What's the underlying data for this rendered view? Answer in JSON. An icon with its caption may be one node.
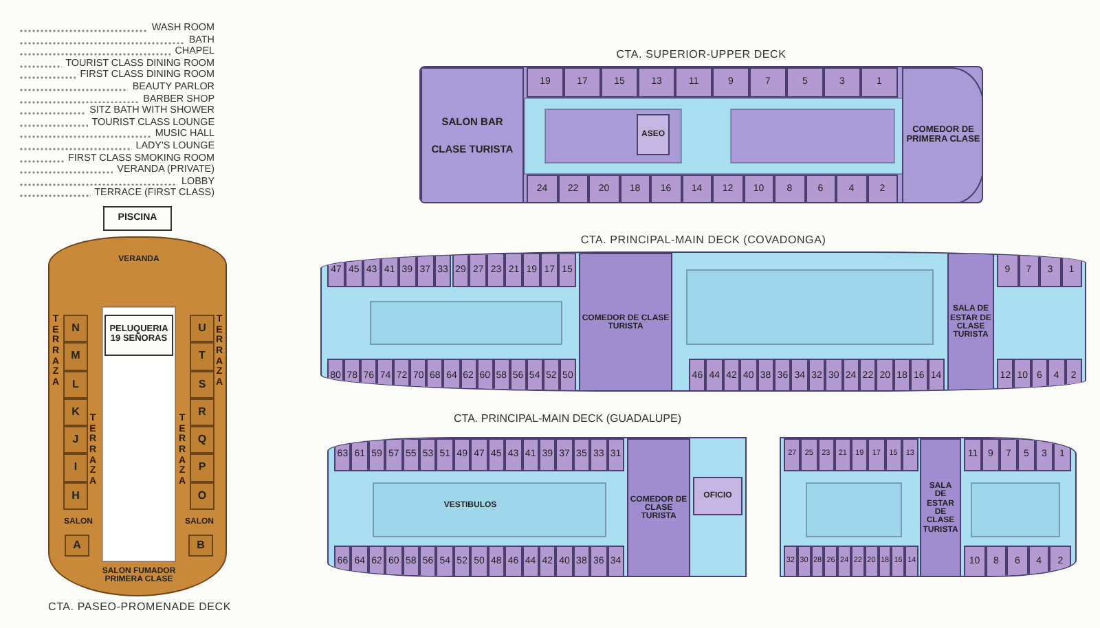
{
  "diagram": {
    "nodes": [
      {
        "text": [
          "CTA. SUPERIOR-UPPER DECK"
        ]
      },
      {
        "text": [
          "SALON BAR",
          "CLASE TURISTA"
        ],
        "in": 0
      },
      {
        "text": [
          "ASEO"
        ],
        "in": 0
      },
      {
        "text": [
          "COMEDOR DE PRIMERA CLASE"
        ],
        "in": 0
      },
      {
        "text": [
          "19"
        ],
        "in": 0
      },
      {
        "text": [
          "17"
        ],
        "in": 0
      },
      {
        "text": [
          "15"
        ],
        "in": 0
      },
      {
        "text": [
          "13"
        ],
        "in": 0
      },
      {
        "text": [
          "11"
        ],
        "in": 0
      },
      {
        "text": [
          "9"
        ],
        "in": 0
      },
      {
        "text": [
          "7"
        ],
        "in": 0
      },
      {
        "text": [
          "5"
        ],
        "in": 0
      },
      {
        "text": [
          "3"
        ],
        "in": 0
      },
      {
        "text": [
          "1"
        ],
        "in": 0
      },
      {
        "text": [
          "24"
        ],
        "in": 0
      },
      {
        "text": [
          "22"
        ],
        "in": 0
      },
      {
        "text": [
          "20"
        ],
        "in": 0
      },
      {
        "text": [
          "18"
        ],
        "in": 0
      },
      {
        "text": [
          "16"
        ],
        "in": 0
      },
      {
        "text": [
          "14"
        ],
        "in": 0
      },
      {
        "text": [
          "12"
        ],
        "in": 0
      },
      {
        "text": [
          "10"
        ],
        "in": 0
      },
      {
        "text": [
          "8"
        ],
        "in": 0
      },
      {
        "text": [
          "6"
        ],
        "in": 0
      },
      {
        "text": [
          "4"
        ],
        "in": 0
      },
      {
        "text": [
          "2"
        ],
        "in": 0
      },
      {
        "text": [
          "CTA. PRINCIPAL-MAIN DECK (COVADONGA)"
        ]
      },
      {
        "text": [
          "COMEDOR DE CLASE TURISTA"
        ],
        "in": 26
      },
      {
        "text": [
          "SALA DE ESTAR DE CLASE TURISTA"
        ],
        "in": 26
      },
      {
        "text": [
          "47"
        ],
        "in": 26
      },
      {
        "text": [
          "45"
        ],
        "in": 26
      },
      {
        "text": [
          "43"
        ],
        "in": 26
      },
      {
        "text": [
          "41"
        ],
        "in": 26
      },
      {
        "text": [
          "39"
        ],
        "in": 26
      },
      {
        "text": [
          "37"
        ],
        "in": 26
      },
      {
        "text": [
          "33"
        ],
        "in": 26
      },
      {
        "text": [
          "29"
        ],
        "in": 26
      },
      {
        "text": [
          "27"
        ],
        "in": 26
      },
      {
        "text": [
          "23"
        ],
        "in": 26
      },
      {
        "text": [
          "21"
        ],
        "in": 26
      },
      {
        "text": [
          "19"
        ],
        "in": 26
      },
      {
        "text": [
          "17"
        ],
        "in": 26
      },
      {
        "text": [
          "15"
        ],
        "in": 26
      },
      {
        "text": [
          "9"
        ],
        "in": 26
      },
      {
        "text": [
          "7"
        ],
        "in": 26
      },
      {
        "text": [
          "3"
        ],
        "in": 26
      },
      {
        "text": [
          "1"
        ],
        "in": 26
      },
      {
        "text": [
          "80"
        ],
        "in": 26
      },
      {
        "text": [
          "78"
        ],
        "in": 26
      },
      {
        "text": [
          "76"
        ],
        "in": 26
      },
      {
        "text": [
          "74"
        ],
        "in": 26
      },
      {
        "text": [
          "72"
        ],
        "in": 26
      },
      {
        "text": [
          "70"
        ],
        "in": 26
      },
      {
        "text": [
          "68"
        ],
        "in": 26
      },
      {
        "text": [
          "64"
        ],
        "in": 26
      },
      {
        "text": [
          "62"
        ],
        "in": 26
      },
      {
        "text": [
          "60"
        ],
        "in": 26
      },
      {
        "text": [
          "58"
        ],
        "in": 26
      },
      {
        "text": [
          "56"
        ],
        "in": 26
      },
      {
        "text": [
          "54"
        ],
        "in": 26
      },
      {
        "text": [
          "52"
        ],
        "in": 26
      },
      {
        "text": [
          "50"
        ],
        "in": 26
      },
      {
        "text": [
          "46"
        ],
        "in": 26
      },
      {
        "text": [
          "44"
        ],
        "in": 26
      },
      {
        "text": [
          "42"
        ],
        "in": 26
      },
      {
        "text": [
          "40"
        ],
        "in": 26
      },
      {
        "text": [
          "38"
        ],
        "in": 26
      },
      {
        "text": [
          "36"
        ],
        "in": 26
      },
      {
        "text": [
          "34"
        ],
        "in": 26
      },
      {
        "text": [
          "32"
        ],
        "in": 26
      },
      {
        "text": [
          "30"
        ],
        "in": 26
      },
      {
        "text": [
          "24"
        ],
        "in": 26
      },
      {
        "text": [
          "22"
        ],
        "in": 26
      },
      {
        "text": [
          "20"
        ],
        "in": 26
      },
      {
        "text": [
          "18"
        ],
        "in": 26
      },
      {
        "text": [
          "16"
        ],
        "in": 26
      },
      {
        "text": [
          "14"
        ],
        "in": 26
      },
      {
        "text": [
          "12"
        ],
        "in": 26
      },
      {
        "text": [
          "10"
        ],
        "in": 26
      },
      {
        "text": [
          "6"
        ],
        "in": 26
      },
      {
        "text": [
          "4"
        ],
        "in": 26
      },
      {
        "text": [
          "2"
        ],
        "in": 26
      },
      {
        "text": [],
        "shape": "box"
      },
      {
        "text": [
          "VESTIBULOS"
        ],
        "in": 82
      },
      {
        "text": [
          "COMEDOR DE CLASE TURISTA"
        ],
        "in": 82
      },
      {
        "text": [
          "OFICIO"
        ],
        "in": 82
      },
      {
        "text": [
          "63"
        ],
        "in": 82
      },
      {
        "text": [
          "61"
        ],
        "in": 82
      },
      {
        "text": [
          "59"
        ],
        "in": 82
      },
      {
        "text": [
          "57"
        ],
        "in": 82
      },
      {
        "text": [
          "55"
        ],
        "in": 82
      },
      {
        "text": [
          "53"
        ],
        "in": 82
      },
      {
        "text": [
          "51"
        ],
        "in": 82
      },
      {
        "text": [
          "49"
        ],
        "in": 82
      },
      {
        "text": [
          "47"
        ],
        "in": 82
      },
      {
        "text": [
          "45"
        ],
        "in": 82
      },
      {
        "text": [
          "43"
        ],
        "in": 82
      },
      {
        "text": [
          "41"
        ],
        "in": 82
      },
      {
        "text": [
          "39"
        ],
        "in": 82
      },
      {
        "text": [
          "37"
        ],
        "in": 82
      },
      {
        "text": [
          "35"
        ],
        "in": 82
      },
      {
        "text": [
          "33"
        ],
        "in": 82
      },
      {
        "text": [
          "31"
        ],
        "in": 82
      },
      {
        "text": [
          "66"
        ],
        "in": 82
      },
      {
        "text": [
          "64"
        ],
        "in": 82
      },
      {
        "text": [
          "62"
        ],
        "in": 82
      },
      {
        "text": [
          "60"
        ],
        "in": 82
      },
      {
        "text": [
          "58"
        ],
        "in": 82
      },
      {
        "text": [
          "56"
        ],
        "in": 82
      },
      {
        "text": [
          "54"
        ],
        "in": 82
      },
      {
        "text": [
          "52"
        ],
        "in": 82
      },
      {
        "text": [
          "50"
        ],
        "in": 82
      },
      {
        "text": [
          "48"
        ],
        "in": 82
      },
      {
        "text": [
          "46"
        ],
        "in": 82
      },
      {
        "text": [
          "44"
        ],
        "in": 82
      },
      {
        "text": [
          "42"
        ],
        "in": 82
      },
      {
        "text": [
          "40"
        ],
        "in": 82
      },
      {
        "text": [
          "38"
        ],
        "in": 82
      },
      {
        "text": [
          "36"
        ],
        "in": 82
      },
      {
        "text": [
          "34"
        ],
        "in": 82
      },
      {
        "text": [],
        "shape": "box"
      },
      {
        "text": [
          "SALA DE ESTAR DE CLASE TURISTA"
        ],
        "in": 120
      },
      {
        "text": [
          "27"
        ],
        "in": 120
      },
      {
        "text": [
          "25"
        ],
        "in": 120
      },
      {
        "text": [
          "23"
        ],
        "in": 120
      },
      {
        "text": [
          "21"
        ],
        "in": 120
      },
      {
        "text": [
          "19"
        ],
        "in": 120
      },
      {
        "text": [
          "17"
        ],
        "in": 120
      },
      {
        "text": [
          "15"
        ],
        "in": 120
      },
      {
        "text": [
          "13"
        ],
        "in": 120
      },
      {
        "text": [
          "11"
        ],
        "in": 120
      },
      {
        "text": [
          "9"
        ],
        "in": 120
      },
      {
        "text": [
          "7"
        ],
        "in": 120
      },
      {
        "text": [
          "5"
        ],
        "in": 120
      },
      {
        "text": [
          "3"
        ],
        "in": 120
      },
      {
        "text": [
          "1"
        ],
        "in": 120
      },
      {
        "text": [
          "32"
        ],
        "in": 120
      },
      {
        "text": [
          "30"
        ],
        "in": 120
      },
      {
        "text": [
          "28"
        ],
        "in": 120
      },
      {
        "text": [
          "26"
        ],
        "in": 120
      },
      {
        "text": [
          "24"
        ],
        "in": 120
      },
      {
        "text": [
          "22"
        ],
        "in": 120
      },
      {
        "text": [
          "20"
        ],
        "in": 120
      },
      {
        "text": [
          "18"
        ],
        "in": 120
      },
      {
        "text": [
          "16"
        ],
        "in": 120
      },
      {
        "text": [
          "14"
        ],
        "in": 120
      },
      {
        "text": [
          "10"
        ],
        "in": 120
      },
      {
        "text": [
          "8"
        ],
        "in": 120
      },
      {
        "text": [
          "6"
        ],
        "in": 120
      },
      {
        "text": [
          "4"
        ],
        "in": 120
      },
      {
        "text": [
          "2"
        ],
        "in": 120
      },
      {
        "text": [
          "PISCINA"
        ]
      },
      {
        "text": [
          "CTA. PASEO-PROMENADE DECK"
        ]
      },
      {
        "text": [
          "VERANDA"
        ],
        "in": 152
      },
      {
        "text": [
          "PELUQUERIA 19 SEÑORAS"
        ],
        "in": 152
      },
      {
        "text": [
          "TERRAZA"
        ],
        "in": 152
      },
      {
        "text": [
          "TERRAZA"
        ],
        "in": 152
      },
      {
        "text": [
          "TERRAZA"
        ],
        "in": 152
      },
      {
        "text": [
          "TERRAZA"
        ],
        "in": 152
      },
      {
        "text": [
          "SALON"
        ],
        "in": 152
      },
      {
        "text": [
          "SALON"
        ],
        "in": 152
      },
      {
        "text": [
          "SALON FUMADOR PRIMERA CLASE"
        ],
        "in": 152
      },
      {
        "text": [
          "N"
        ],
        "in": 152
      },
      {
        "text": [
          "M"
        ],
        "in": 152
      },
      {
        "text": [
          "L"
        ],
        "in": 152
      },
      {
        "text": [
          "K"
        ],
        "in": 152
      },
      {
        "text": [
          "J"
        ],
        "in": 152
      },
      {
        "text": [
          "I"
        ],
        "in": 152
      },
      {
        "text": [
          "H"
        ],
        "in": 152
      },
      {
        "text": [
          "A"
        ],
        "in": 152
      },
      {
        "text": [
          "U"
        ],
        "in": 152
      },
      {
        "text": [
          "T"
        ],
        "in": 152
      },
      {
        "text": [
          "S"
        ],
        "in": 152
      },
      {
        "text": [
          "R"
        ],
        "in": 152
      },
      {
        "text": [
          "Q"
        ],
        "in": 152
      },
      {
        "text": [
          "P"
        ],
        "in": 152
      },
      {
        "text": [
          "O"
        ],
        "in": 152
      },
      {
        "text": [
          "B"
        ],
        "in": 152
      }
    ],
    "labels": [
      "WASH ROOM",
      "BATH",
      "CHAPEL",
      "TOURIST CLASS DINING ROOM",
      "FIRST CLASS DINING ROOM",
      "BEAUTY PARLOR",
      "BARBER SHOP",
      "SITZ BATH WITH SHOWER",
      "TOURIST CLASS LOUNGE",
      "MUSIC HALL",
      "LADY'S LOUNGE",
      "FIRST CLASS SMOKING ROOM",
      "VERANDA (PRIVATE)",
      "LOBBY",
      "TERRACE (FIRST CLASS)",
      "CTA. PRINCIPAL-MAIN DECK (GUADALUPE)"
    ]
  }
}
